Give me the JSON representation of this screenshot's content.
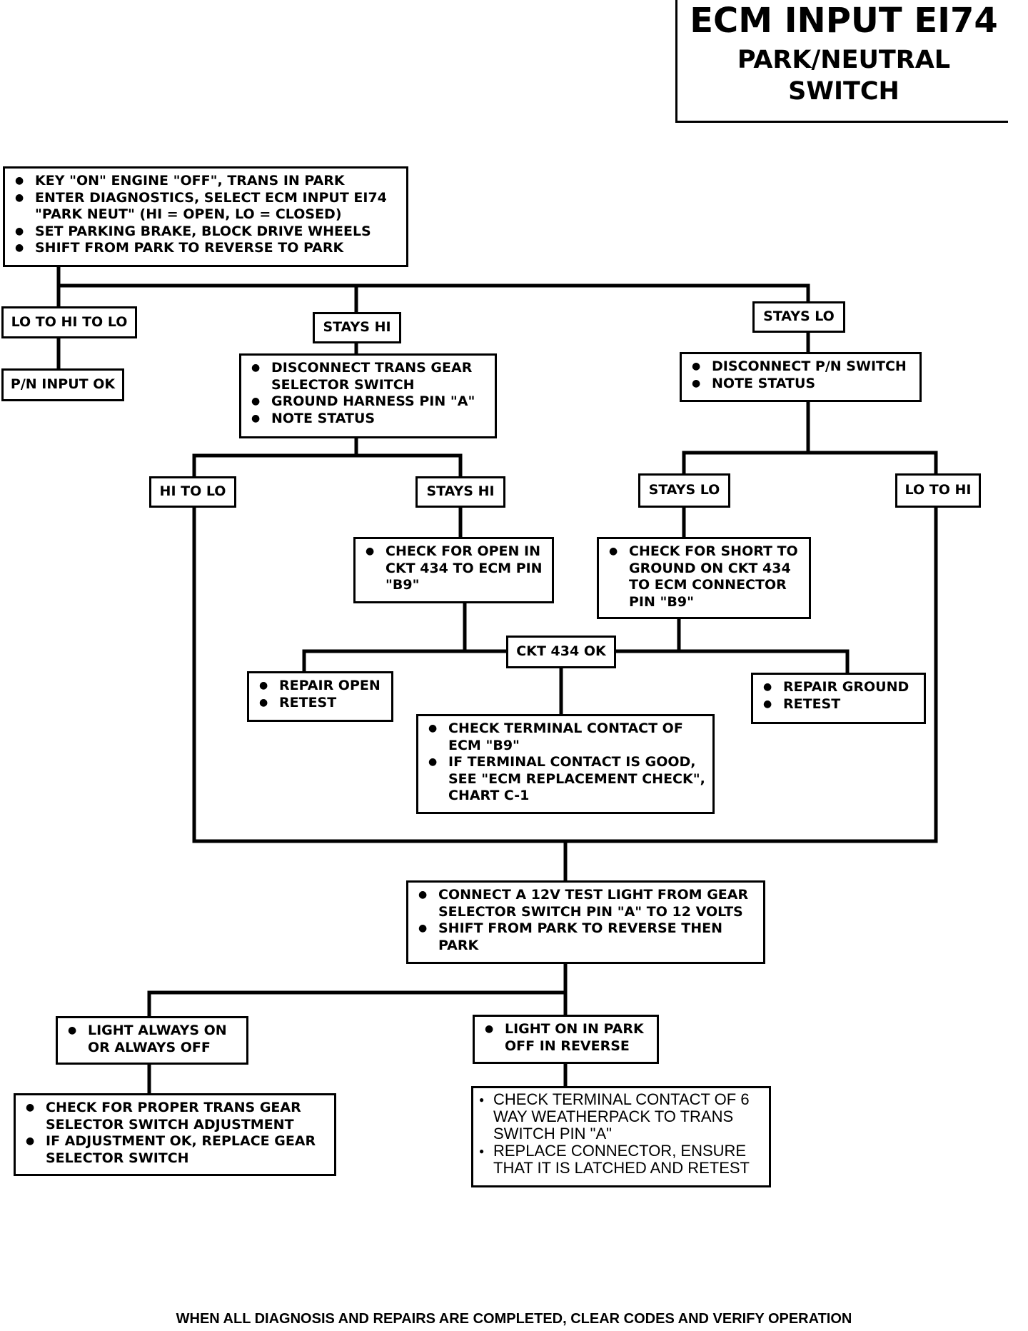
{
  "header": {
    "title": "ECM INPUT EI74",
    "subtitle": "PARK/NEUTRAL SWITCH"
  },
  "start": {
    "items": [
      "KEY \"ON\" ENGINE \"OFF\", TRANS IN PARK",
      "ENTER DIAGNOSTICS, SELECT ECM INPUT EI74 \"PARK NEUT\" (HI = OPEN, LO = CLOSED)",
      "SET PARKING BRAKE, BLOCK DRIVE WHEELS",
      "SHIFT FROM PARK TO REVERSE TO PARK"
    ]
  },
  "branches": {
    "lo_hi_lo": "LO TO HI TO LO",
    "stays_hi": "STAYS HI",
    "stays_lo": "STAYS LO"
  },
  "pn_ok": "P/N INPUT OK",
  "hi_step": {
    "items": [
      "DISCONNECT TRANS GEAR SELECTOR SWITCH",
      "GROUND HARNESS PIN \"A\"",
      "NOTE STATUS"
    ]
  },
  "lo_step": {
    "items": [
      "DISCONNECT P/N SWITCH",
      "NOTE STATUS"
    ]
  },
  "hi_results": {
    "hi_to_lo": "HI TO LO",
    "stays_hi": "STAYS HI"
  },
  "lo_results": {
    "stays_lo": "STAYS LO",
    "lo_to_hi": "LO TO HI"
  },
  "check_open": {
    "items": [
      "CHECK FOR OPEN IN CKT 434 TO ECM PIN \"B9\""
    ]
  },
  "check_short": {
    "items": [
      "CHECK FOR SHORT TO GROUND ON CKT 434 TO ECM CONNECTOR PIN \"B9\""
    ]
  },
  "ckt_ok": "CKT 434 OK",
  "repair_open": {
    "items": [
      "REPAIR OPEN",
      "RETEST"
    ]
  },
  "repair_ground": {
    "items": [
      "REPAIR GROUND",
      "RETEST"
    ]
  },
  "terminal_check": {
    "items": [
      "CHECK TERMINAL CONTACT OF ECM \"B9\"",
      "IF TERMINAL CONTACT IS GOOD, SEE \"ECM REPLACEMENT CHECK\", CHART C-1"
    ]
  },
  "test_light": {
    "items": [
      "CONNECT A 12V TEST LIGHT FROM GEAR SELECTOR SWITCH PIN \"A\" TO 12 VOLTS",
      "SHIFT FROM PARK TO REVERSE THEN PARK"
    ]
  },
  "light_always": {
    "items": [
      "LIGHT ALWAYS ON OR ALWAYS OFF"
    ]
  },
  "light_park": {
    "items": [
      "LIGHT ON IN PARK OFF IN REVERSE"
    ]
  },
  "adjust": {
    "items": [
      "CHECK FOR PROPER TRANS GEAR SELECTOR SWITCH ADJUSTMENT",
      "IF ADJUSTMENT OK, REPLACE GEAR SELECTOR SWITCH"
    ]
  },
  "weatherpack": {
    "items": [
      "CHECK TERMINAL CONTACT OF 6 WAY WEATHERPACK TO TRANS SWITCH PIN \"A\"",
      "REPLACE CONNECTOR, ENSURE THAT IT IS LATCHED AND RETEST"
    ]
  },
  "footer": "WHEN ALL DIAGNOSIS AND REPAIRS ARE COMPLETED, CLEAR CODES AND VERIFY OPERATION"
}
